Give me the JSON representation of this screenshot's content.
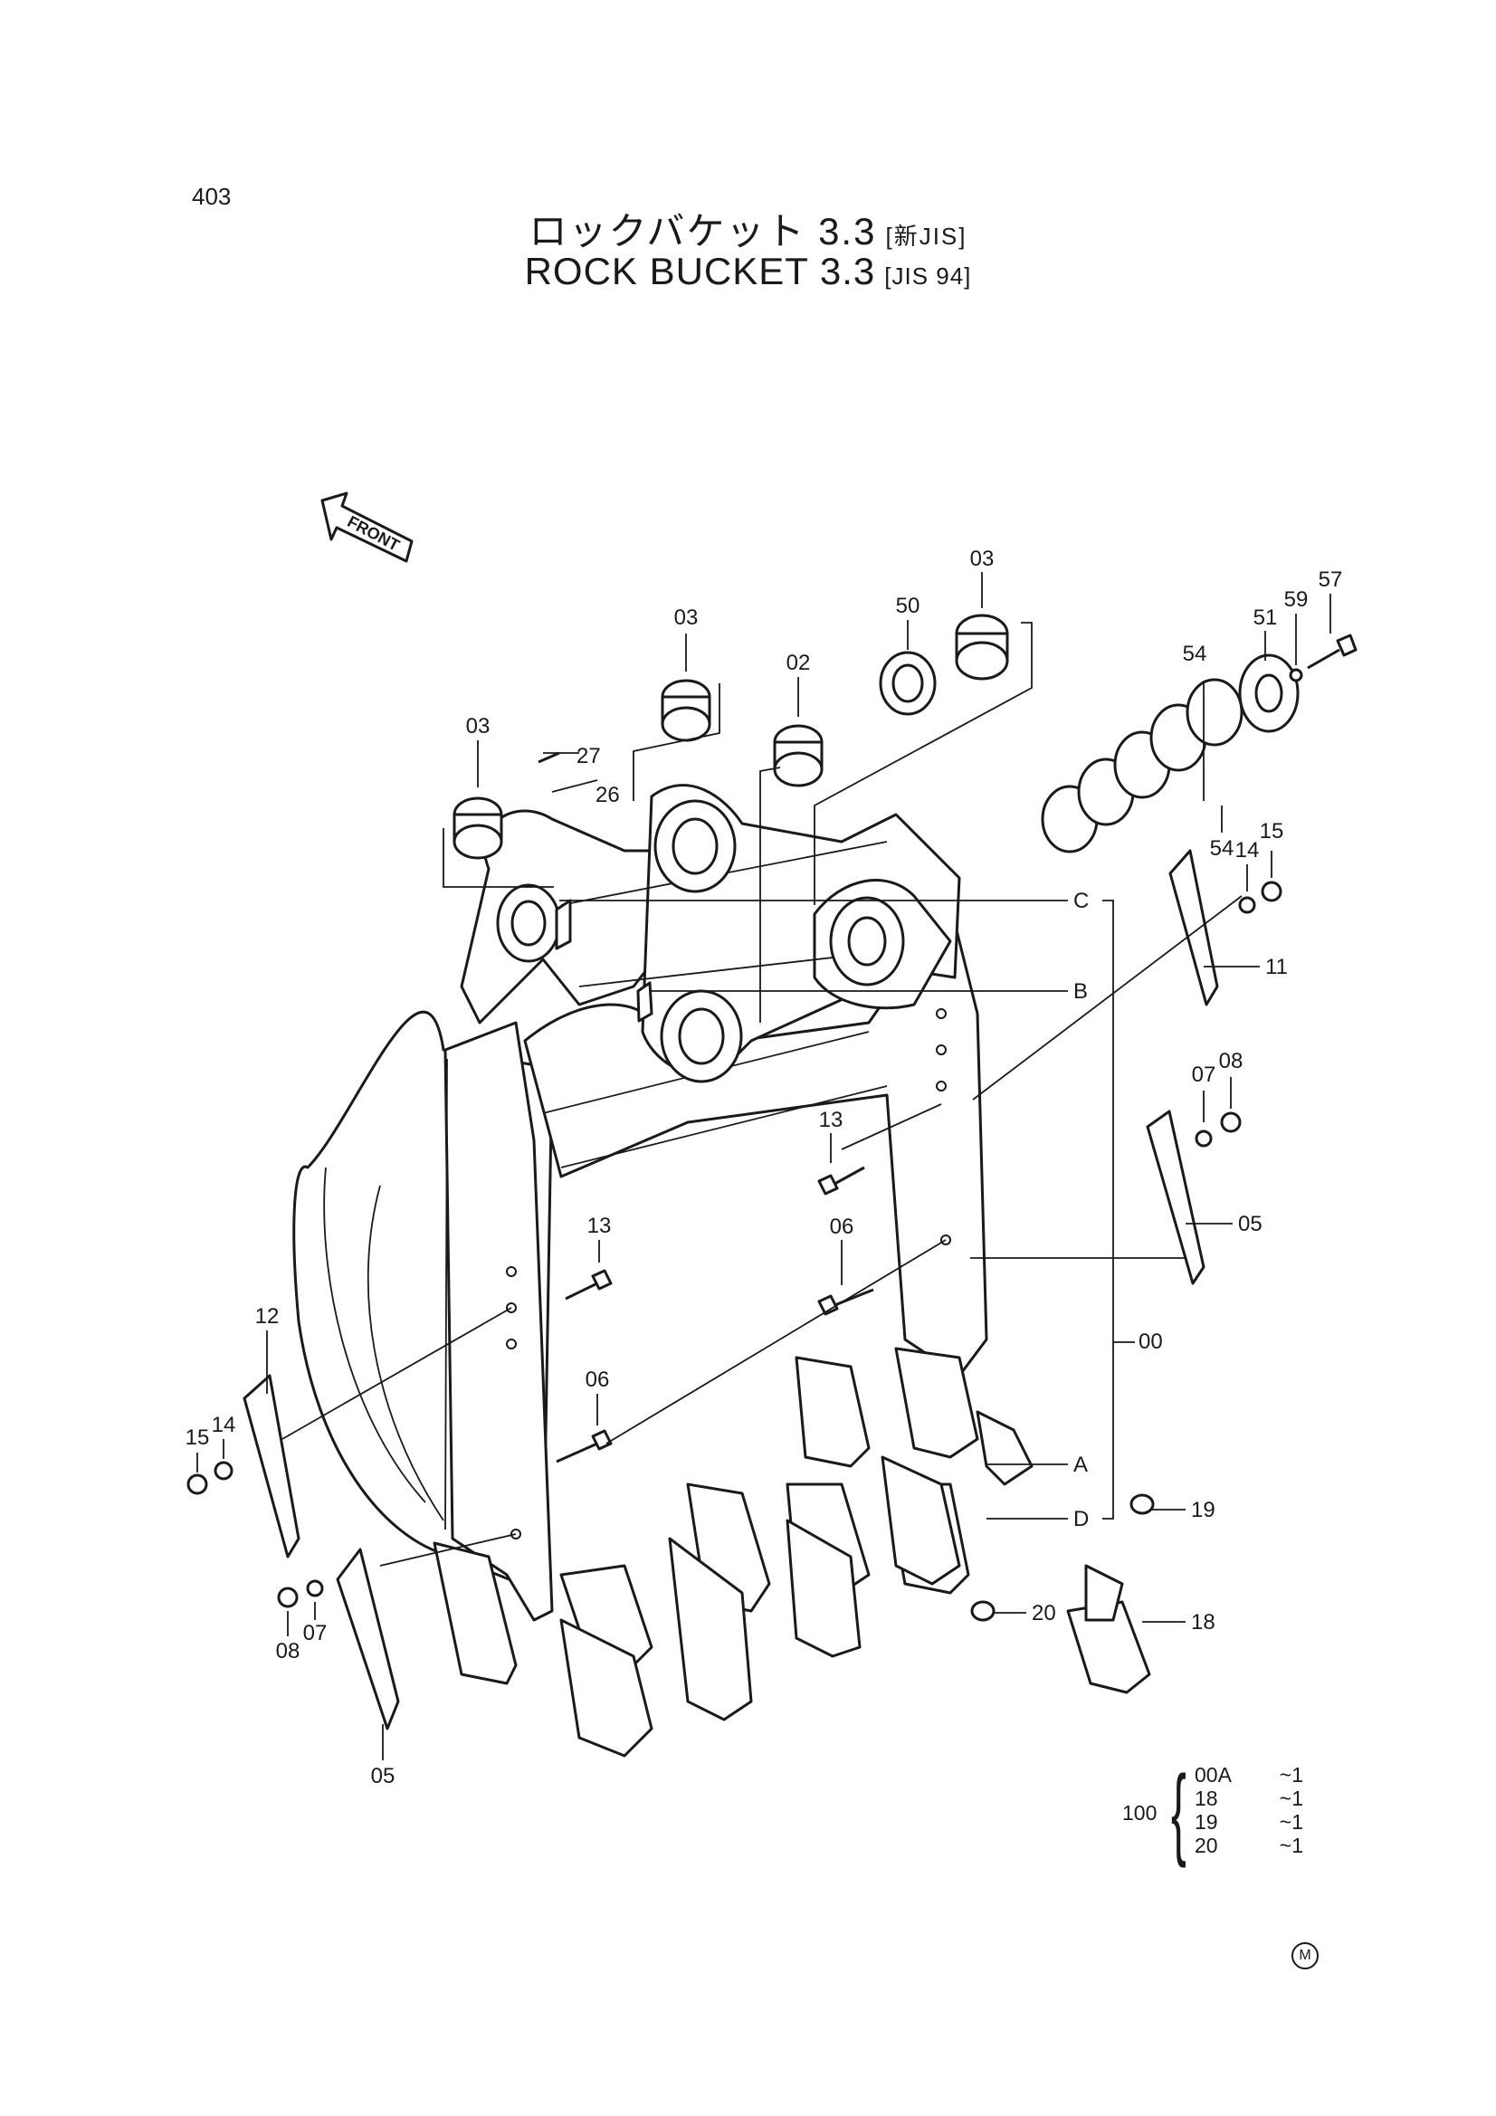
{
  "page": {
    "number": "403"
  },
  "title": {
    "japanese": "ロックバケット 3.3",
    "japanese_std": "[新JIS]",
    "english": "ROCK BUCKET 3.3",
    "english_std": "[JIS 94]"
  },
  "front_arrow": {
    "label": "FRONT"
  },
  "part_labels": {
    "p00": "00",
    "p02": "02",
    "p03a": "03",
    "p03b": "03",
    "p03c": "03",
    "p05a": "05",
    "p05b": "05",
    "p06a": "06",
    "p06b": "06",
    "p07a": "07",
    "p07b": "07",
    "p08a": "08",
    "p08b": "08",
    "p11": "11",
    "p12": "12",
    "p13a": "13",
    "p13b": "13",
    "p14a": "14",
    "p14b": "14",
    "p15a": "15",
    "p15b": "15",
    "p18": "18",
    "p19": "19",
    "p20": "20",
    "p26": "26",
    "p27": "27",
    "p50": "50",
    "p51": "51",
    "p54a": "54",
    "p54b": "54",
    "p57": "57",
    "p59": "59"
  },
  "callouts": {
    "a": "A",
    "b": "B",
    "c": "C",
    "d": "D"
  },
  "kit": {
    "number": "100",
    "items": [
      {
        "part": "00A",
        "qty": "~1"
      },
      {
        "part": "18",
        "qty": "~1"
      },
      {
        "part": "19",
        "qty": "~1"
      },
      {
        "part": "20",
        "qty": "~1"
      }
    ]
  },
  "mark": "M"
}
